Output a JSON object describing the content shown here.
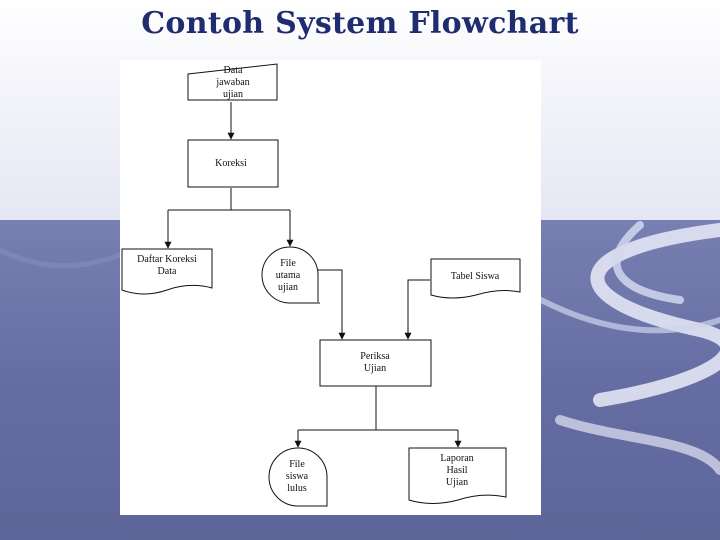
{
  "slide": {
    "title": "Contoh System Flowchart",
    "colors": {
      "title": "#1f2d6e",
      "background_band": "#6c74a8",
      "swoosh": "#e2e6f4"
    }
  },
  "flowchart": {
    "nodes": {
      "data_jawaban": {
        "shape": "manual-input",
        "lines": [
          "Data",
          "jawaban",
          "ujian"
        ]
      },
      "koreksi": {
        "shape": "process",
        "lines": [
          "Koreksi"
        ]
      },
      "daftar_koreksi": {
        "shape": "document",
        "lines": [
          "Daftar Koreksi",
          "Data"
        ]
      },
      "file_utama": {
        "shape": "magnetic-disk",
        "lines": [
          "File",
          "utama",
          "ujian"
        ]
      },
      "tabel_siswa": {
        "shape": "document",
        "lines": [
          "Tabel Siswa"
        ]
      },
      "periksa_ujian": {
        "shape": "process",
        "lines": [
          "Periksa",
          "Ujian"
        ]
      },
      "file_siswa_lulus": {
        "shape": "magnetic-disk",
        "lines": [
          "File",
          "siswa",
          "lulus"
        ]
      },
      "laporan_hasil": {
        "shape": "document",
        "lines": [
          "Laporan",
          "Hasil",
          "Ujian"
        ]
      }
    },
    "edges": [
      {
        "from": "data_jawaban",
        "to": "koreksi"
      },
      {
        "from": "koreksi",
        "to": "daftar_koreksi"
      },
      {
        "from": "koreksi",
        "to": "file_utama"
      },
      {
        "from": "file_utama",
        "to": "periksa_ujian"
      },
      {
        "from": "tabel_siswa",
        "to": "periksa_ujian"
      },
      {
        "from": "periksa_ujian",
        "to": "file_siswa_lulus"
      },
      {
        "from": "periksa_ujian",
        "to": "laporan_hasil"
      }
    ]
  }
}
